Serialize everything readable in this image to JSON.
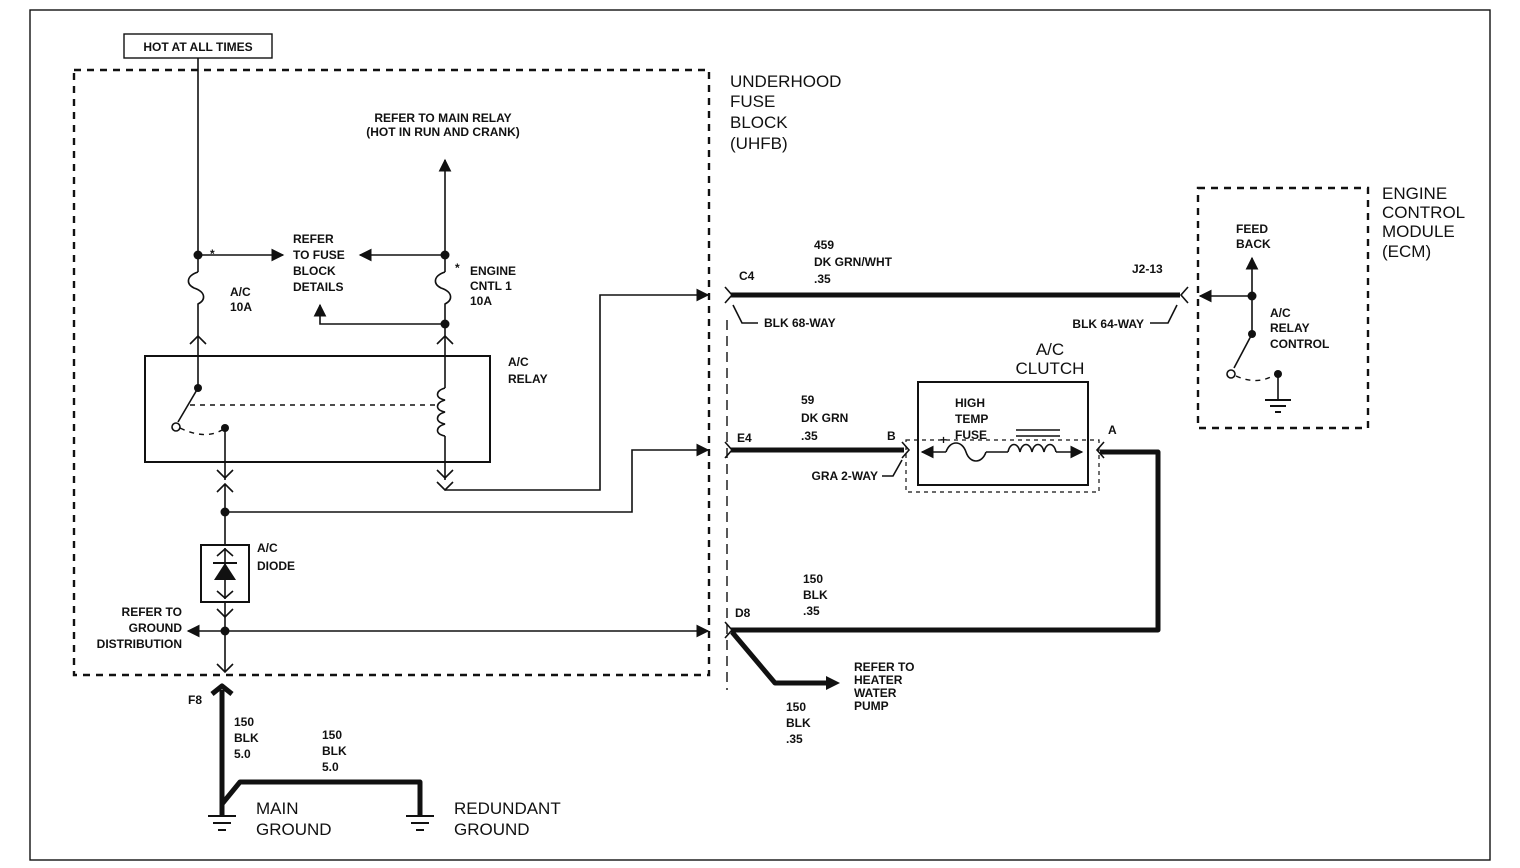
{
  "hot_at_all_times": "HOT AT ALL TIMES",
  "uhfb": {
    "line1": "UNDERHOOD",
    "line2": "FUSE",
    "line3": "BLOCK",
    "line4": "(UHFB)"
  },
  "main_relay_ref": {
    "line1": "REFER TO MAIN RELAY",
    "line2": "(HOT IN RUN AND CRANK)"
  },
  "fuse_block_ref": {
    "line1": "REFER",
    "line2": "TO FUSE",
    "line3": "BLOCK",
    "line4": "DETAILS"
  },
  "fuse_ac": {
    "line1": "A/C",
    "line2": "10A",
    "mark": "*"
  },
  "fuse_engine": {
    "line1": "ENGINE",
    "line2": "CNTL 1",
    "line3": "10A",
    "mark": "*"
  },
  "ac_relay": {
    "line1": "A/C",
    "line2": "RELAY"
  },
  "ac_diode": {
    "line1": "A/C",
    "line2": "DIODE"
  },
  "ground_dist_ref": {
    "line1": "REFER TO",
    "line2": "GROUND",
    "line3": "DISTRIBUTION"
  },
  "pin_f8": "F8",
  "wire_150_left": {
    "l1": "150",
    "l2": "BLK",
    "l3": "5.0"
  },
  "wire_150_mid": {
    "l1": "150",
    "l2": "BLK",
    "l3": "5.0"
  },
  "main_ground": {
    "line1": "MAIN",
    "line2": "GROUND"
  },
  "redundant_ground": {
    "line1": "REDUNDANT",
    "line2": "GROUND"
  },
  "pin_c4": "C4",
  "wire_459": {
    "l1": "459",
    "l2": "DK GRN/WHT",
    "l3": ".35"
  },
  "pin_j2_13": "J2-13",
  "blk_68": "BLK 68-WAY",
  "blk_64": "BLK 64-WAY",
  "ecm": {
    "line1": "ENGINE",
    "line2": "CONTROL",
    "line3": "MODULE",
    "line4": "(ECM)"
  },
  "feed_back": {
    "line1": "FEED",
    "line2": "BACK"
  },
  "relay_control": {
    "line1": "A/C",
    "line2": "RELAY",
    "line3": "CONTROL"
  },
  "ac_clutch": {
    "line1": "A/C",
    "line2": "CLUTCH"
  },
  "pin_e4": "E4",
  "wire_59": {
    "l1": "59",
    "l2": "DK GRN",
    "l3": ".35"
  },
  "pin_b": "B",
  "pin_a": "A",
  "gra_2way": "GRA 2-WAY",
  "high_temp_fuse": {
    "line1": "HIGH",
    "line2": "TEMP",
    "line3": "FUSE",
    "mark": "+"
  },
  "pin_d8": "D8",
  "wire_150_d8": {
    "l1": "150",
    "l2": "BLK",
    "l3": ".35"
  },
  "wire_150_pump": {
    "l1": "150",
    "l2": "BLK",
    "l3": ".35"
  },
  "heater_pump_ref": {
    "line1": "REFER TO",
    "line2": "HEATER",
    "line3": "WATER",
    "line4": "PUMP"
  }
}
